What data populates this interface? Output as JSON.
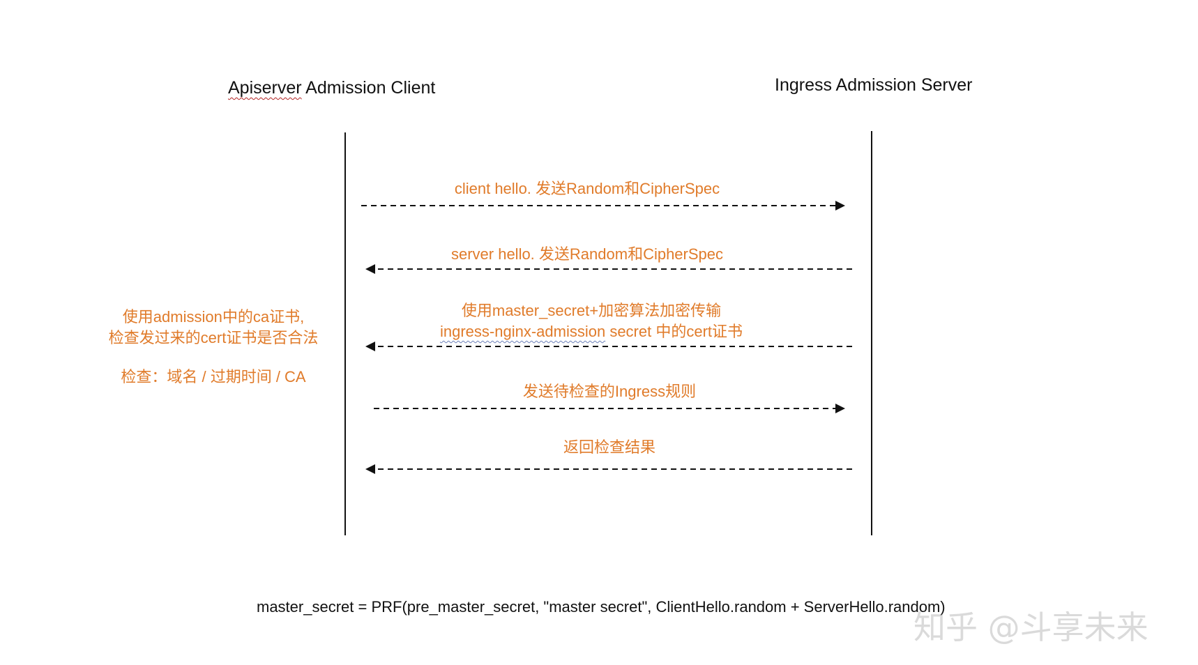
{
  "actors": {
    "client": {
      "label_prefix": "Apiserver",
      "label_suffix": " Admission Client"
    },
    "server": {
      "label": "Ingress Admission Server"
    }
  },
  "messages": [
    {
      "label": "client hello.  发送Random和CipherSpec",
      "direction": "to-server"
    },
    {
      "label": "server hello.  发送Random和CipherSpec",
      "direction": "to-client"
    },
    {
      "label_line1": "使用master_secret+加密算法加密传输",
      "label_line2_underlined": "ingress-nginx-admission",
      "label_line2_rest": " secret 中的cert证书",
      "direction": "to-client"
    },
    {
      "label": "发送待检查的Ingress规则",
      "direction": "to-server"
    },
    {
      "label": "返回检查结果",
      "direction": "to-client"
    }
  ],
  "note": {
    "line1": "使用admission中的ca证书,",
    "line2": "检查发过来的cert证书是否合法",
    "line3": "检查：域名 / 过期时间 / CA"
  },
  "formula": "master_secret = PRF(pre_master_secret, \"master secret\", ClientHello.random + ServerHello.random)",
  "watermark": "知乎 @斗享未来",
  "colors": {
    "annotation": "#e07b2a",
    "line": "#111111"
  }
}
